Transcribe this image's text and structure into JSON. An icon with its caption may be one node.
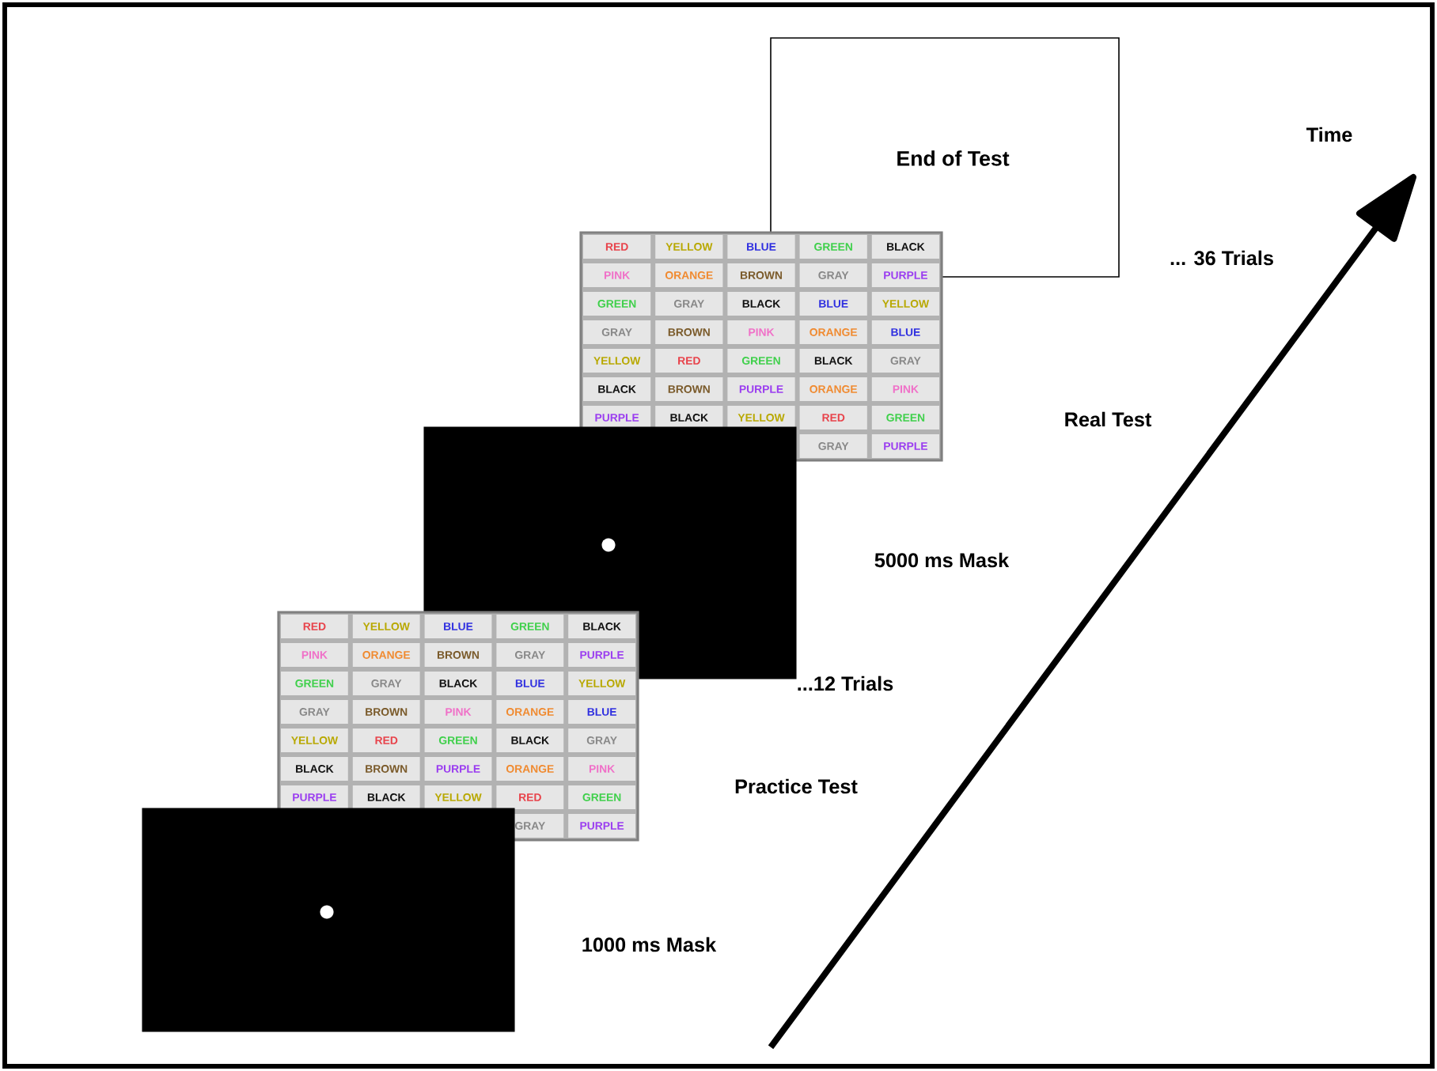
{
  "diagram": {
    "nodes": [
      {
        "text": [
          "End of Test"
        ]
      },
      {
        "text": [
          "RED",
          "YELLOW",
          "BLUE",
          "GREEN",
          "BLACK",
          "PINK",
          "ORANGE",
          "BROWN",
          "GRAY",
          "PURPLE",
          "GREEN",
          "GRAY",
          "BLACK",
          "BLUE",
          "YELLOW",
          "GRAY",
          "BROWN",
          "PINK",
          "ORANGE",
          "BLUE",
          "YELLOW",
          "RED",
          "GREEN",
          "BLACK",
          "GRAY",
          "BLACK",
          "BROWN",
          "PURPLE",
          "ORANGE",
          "PINK",
          "PURPLE",
          "BLACK",
          "YELLOW",
          "RED",
          "GREEN",
          "GRAY",
          "PURPLE"
        ]
      },
      {
        "text": [],
        "shape": "box"
      },
      {
        "text": [
          "RED",
          "YELLOW",
          "BLUE",
          "GREEN",
          "BLACK",
          "PINK",
          "ORANGE",
          "BROWN",
          "GRAY",
          "PURPLE",
          "GREEN",
          "GRAY",
          "BLACK",
          "BLUE",
          "YELLOW",
          "GRAY",
          "BROWN",
          "PINK",
          "ORANGE",
          "BLUE",
          "YELLOW",
          "RED",
          "GREEN",
          "BLACK",
          "GRAY",
          "BLACK",
          "BROWN",
          "PURPLE",
          "ORANGE",
          "PINK",
          "PURPLE",
          "BLACK",
          "YELLOW",
          "RED",
          "GREEN",
          "GRAY",
          "PURPLE"
        ]
      },
      {
        "text": [],
        "shape": "box"
      }
    ],
    "edges": [],
    "labels": [
      "Time",
      "... 36 Trials",
      "Real Test",
      "5000 ms Mask",
      "...12 Trials",
      "Practice Test",
      "1000 ms Mask"
    ]
  }
}
